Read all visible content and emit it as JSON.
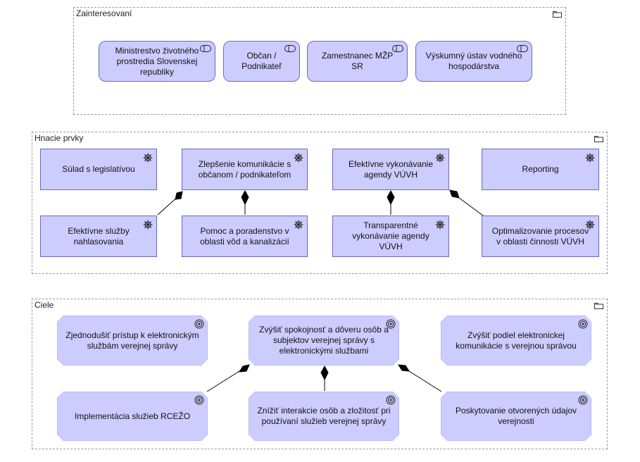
{
  "groups": [
    {
      "id": "stakeholders",
      "title": "Zainteresovaní",
      "icon": "folder-icon"
    },
    {
      "id": "drivers",
      "title": "Hnacie prvky",
      "icon": "folder-icon"
    },
    {
      "id": "goals",
      "title": "Ciele",
      "icon": "folder-icon"
    }
  ],
  "stakeholders": [
    {
      "label": "Ministrestvo životného prostredia Slovenskej republiky",
      "icon": "stakeholder-icon"
    },
    {
      "label": "Občan / Podnikateľ",
      "icon": "stakeholder-icon"
    },
    {
      "label": "Zamestnanec MŽP SR",
      "icon": "stakeholder-icon"
    },
    {
      "label": "Výskumný ústav vodného hospodárstva",
      "icon": "stakeholder-icon"
    }
  ],
  "drivers": [
    {
      "label": "Súlad s legislatívou",
      "icon": "driver-icon"
    },
    {
      "label": "Zlepšenie komunikácie s občanom / podnikateľom",
      "icon": "driver-icon"
    },
    {
      "label": "Efektívne vykonávanie agendy VÚVH",
      "icon": "driver-icon"
    },
    {
      "label": "Reporting",
      "icon": "driver-icon"
    },
    {
      "label": "Efektívne služby nahlasovania",
      "icon": "driver-icon"
    },
    {
      "label": "Pomoc a poradenstvo v oblasti vôd a kanalizácií",
      "icon": "driver-icon"
    },
    {
      "label": "Transparentné vykonávanie agendy VÚVH",
      "icon": "driver-icon"
    },
    {
      "label": "Optimalizovanie procesov v oblasti činnosti VÚVH",
      "icon": "driver-icon"
    }
  ],
  "goals": [
    {
      "label": "Zjednodušiť prístup k elektronickým službám verejnej správy",
      "icon": "goal-icon"
    },
    {
      "label": "Zvýšiť spokojnosť a dôveru osôb a subjektov verejnej správy s elektronickými službami",
      "icon": "goal-icon"
    },
    {
      "label": "Zvýšiť podiel elektronickej komunikácie s verejnou správou",
      "icon": "goal-icon"
    },
    {
      "label": "Implementácia služieb RCEŽO",
      "icon": "goal-icon"
    },
    {
      "label": "Znížiť interakcie osôb a zložitosť pri používaní služieb verejnej správy",
      "icon": "goal-icon"
    },
    {
      "label": "Poskytovanie otvorených údajov verejnosti",
      "icon": "goal-icon"
    }
  ],
  "colors": {
    "node_fill": "#ccccff",
    "node_border": "#6b6bb8",
    "line": "#000000"
  }
}
